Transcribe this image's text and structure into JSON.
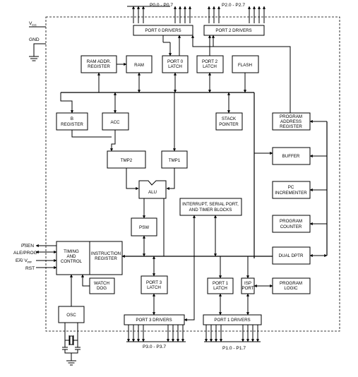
{
  "ports": {
    "p0_pins": "P0.0 - P0.7",
    "p2_pins": "P2.0 - P2.7",
    "p3_pins": "P3.0 - P3.7",
    "p1_pins": "P1.0 - P1.7"
  },
  "pins": {
    "vcc_v": "V",
    "vcc_sub": "CC",
    "gnd": "GND",
    "psen": "PSEN",
    "ale_prog": "ALE/PROG",
    "ea_text": "EA",
    "ea_vpp": "/ V",
    "ea_sub": "PP",
    "rst": "RST"
  },
  "blocks": {
    "port0_drivers": "PORT 0 DRIVERS",
    "port2_drivers": "PORT 2 DRIVERS",
    "ram_addr_l1": "RAM ADDR.",
    "ram_addr_l2": "REGISTER",
    "ram": "RAM",
    "port0_latch_l1": "PORT 0",
    "port0_latch_l2": "LATCH",
    "port2_latch_l1": "PORT 2",
    "port2_latch_l2": "LATCH",
    "flash": "FLASH",
    "b_reg_l1": "B",
    "b_reg_l2": "REGISTER",
    "acc": "ACC",
    "stack_l1": "STACK",
    "stack_l2": "POINTER",
    "pa_reg_l1": "PROGRAM",
    "pa_reg_l2": "ADDRESS",
    "pa_reg_l3": "REGISTER",
    "buffer": "BUFFER",
    "pc_inc_l1": "PC",
    "pc_inc_l2": "INCREMENTER",
    "prog_counter_l1": "PROGRAM",
    "prog_counter_l2": "COUNTER",
    "dual_dptr": "DUAL DPTR",
    "tmp2": "TMP2",
    "tmp1": "TMP1",
    "alu": "ALU",
    "interrupt_l1": "INTERRUPT, SERIAL PORT,",
    "interrupt_l2": "AND TIMER BLOCKS",
    "psw": "PSW",
    "timing_l1": "TIMING",
    "timing_l2": "AND",
    "timing_l3": "CONTROL",
    "instr_l1": "INSTRUCTION",
    "instr_l2": "REGISTER",
    "watchdog_l1": "WATCH",
    "watchdog_l2": "DOG",
    "port3_latch_l1": "PORT 3",
    "port3_latch_l2": "LATCH",
    "port1_latch_l1": "PORT 1",
    "port1_latch_l2": "LATCH",
    "isp_l1": "ISP",
    "isp_l2": "PORT",
    "prog_logic_l1": "PROGRAM",
    "prog_logic_l2": "LOGIC",
    "osc": "OSC",
    "port3_drivers": "PORT 3 DRIVERS",
    "port1_drivers": "PORT 1 DRIVERS"
  }
}
